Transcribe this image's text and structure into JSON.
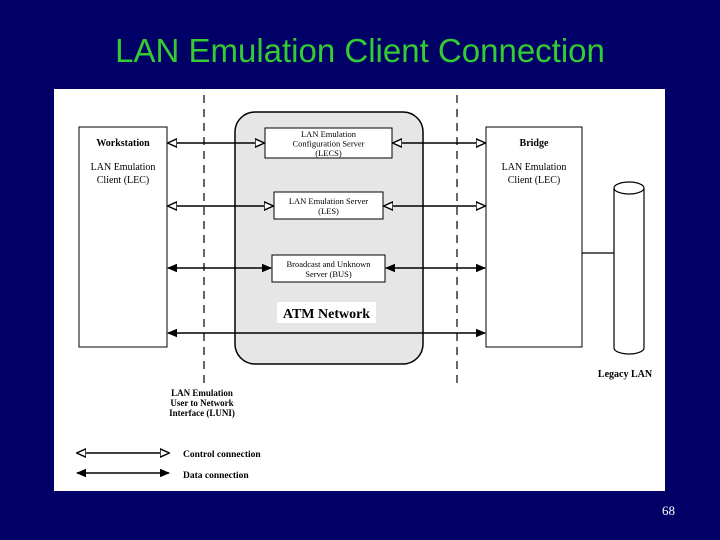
{
  "slide": {
    "title": "LAN Emulation Client Connection",
    "page_number": "68"
  },
  "colors": {
    "background": "#000066",
    "title": "#33cc33",
    "network_fill": "#e6e6e6"
  },
  "workstation": {
    "title": "Workstation",
    "lec_line1": "LAN Emulation",
    "lec_line2": "Client (LEC)"
  },
  "bridge": {
    "title": "Bridge",
    "lec_line1": "LAN Emulation",
    "lec_line2": "Client (LEC)"
  },
  "servers": {
    "lecs": {
      "line1": "LAN Emulation",
      "line2": "Configuration Server",
      "line3": "(LECS)"
    },
    "les": {
      "line1": "LAN Emulation Server",
      "line2": "(LES)"
    },
    "bus": {
      "line1": "Broadcast and Unknown",
      "line2": "Server (BUS)"
    }
  },
  "network": {
    "label": "ATM Network"
  },
  "legacy_lan": {
    "label": "Legacy LAN"
  },
  "luni": {
    "line1": "LAN Emulation",
    "line2": "User to Network",
    "line3": "Interface (LUNI)"
  },
  "legend": {
    "control": "Control connection",
    "data": "Data connection"
  }
}
